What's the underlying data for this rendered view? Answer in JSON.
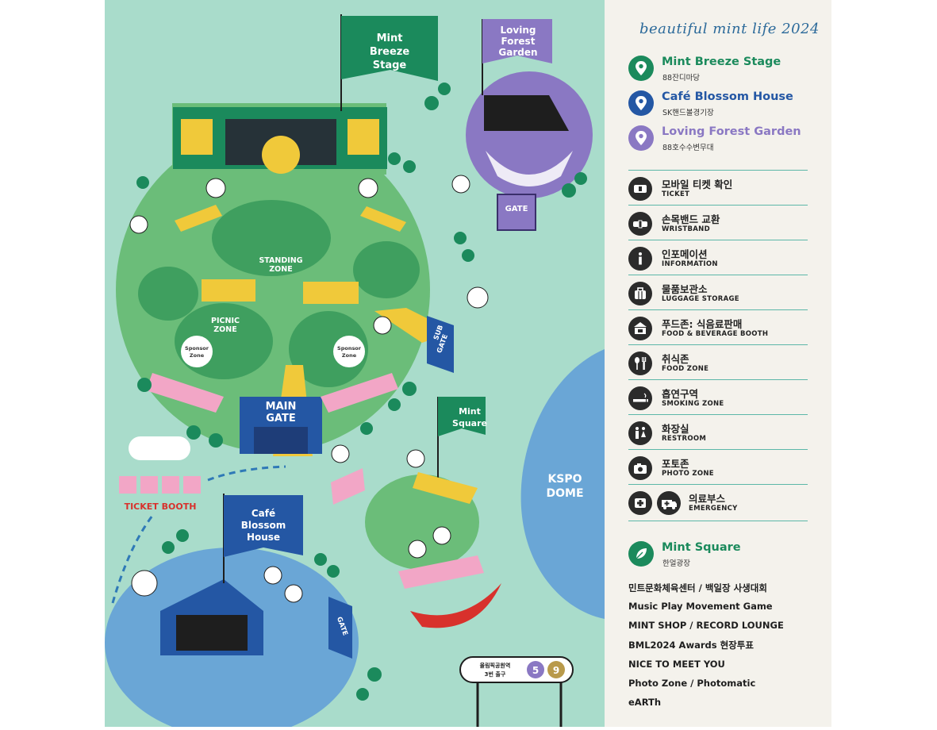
{
  "map": {
    "flag_mint_breeze": [
      "Mint",
      "Breeze",
      "Stage"
    ],
    "flag_loving_forest": [
      "Loving",
      "Forest",
      "Garden"
    ],
    "flag_cafe_blossom": [
      "Café",
      "Blossom",
      "House"
    ],
    "flag_mint_square": [
      "Mint",
      "Square"
    ],
    "standing_zone": [
      "STANDING",
      "ZONE"
    ],
    "picnic_zone": [
      "PICNIC",
      "ZONE"
    ],
    "sponsor_zone": [
      "Sponsor",
      "Zone"
    ],
    "main_gate": [
      "MAIN",
      "GATE"
    ],
    "sub_gate": [
      "SUB",
      "GATE"
    ],
    "gate": "GATE",
    "ticket_booth": "TICKET BOOTH",
    "kspo_dome": [
      "KSPO",
      "DOME"
    ],
    "subway_sign": [
      "올림픽공원역",
      "3번 출구"
    ],
    "subway_lines": [
      "5",
      "9"
    ],
    "colors": {
      "mint_bg": "#a9dccb",
      "green": "#1b8a5c",
      "light_green": "#6bbd79",
      "blue": "#2457a4",
      "purple": "#8a78c3",
      "lake": "#6aa6d6",
      "yellow": "#f0c93a",
      "pink": "#f2a6c6",
      "red": "#d8312c"
    }
  },
  "legend": {
    "title": "beautiful mint life 2024",
    "venues": [
      {
        "name": "Mint Breeze Stage",
        "sub": "88잔디마당",
        "color": "#1b8a5c"
      },
      {
        "name": "Café Blossom House",
        "sub": "SK핸드볼경기장",
        "color": "#2457a4"
      },
      {
        "name": "Loving Forest Garden",
        "sub": "88호수수변무대",
        "color": "#8a78c3"
      }
    ],
    "amenities": [
      {
        "ko": "모바일 티켓 확인",
        "en": "TICKET",
        "icon": "ticket-icon"
      },
      {
        "ko": "손목밴드 교환",
        "en": "WRISTBAND",
        "icon": "wristband-icon"
      },
      {
        "ko": "인포메이션",
        "en": "INFORMATION",
        "icon": "info-icon"
      },
      {
        "ko": "물품보관소",
        "en": "LUGGAGE STORAGE",
        "icon": "luggage-icon"
      },
      {
        "ko": "푸드존: 식음료판매",
        "en": "FOOD & BEVERAGE BOOTH",
        "icon": "food-booth-icon"
      },
      {
        "ko": "취식존",
        "en": "FOOD ZONE",
        "icon": "fork-spoon-icon"
      },
      {
        "ko": "흡연구역",
        "en": "SMOKING ZONE",
        "icon": "smoking-icon"
      },
      {
        "ko": "화장실",
        "en": "RESTROOM",
        "icon": "restroom-icon"
      },
      {
        "ko": "포토존",
        "en": "PHOTO ZONE",
        "icon": "camera-icon"
      },
      {
        "ko": "의료부스",
        "en": "EMERGENCY",
        "icon": "medical-icon"
      }
    ],
    "mint_square": {
      "name": "Mint Square",
      "sub": "한얼광장",
      "items": [
        "민트문화체육센터 / 백일장 사생대회",
        "Music Play Movement Game",
        "MINT SHOP / RECORD LOUNGE",
        "BML2024 Awards 현장투표",
        "NICE TO MEET YOU",
        "Photo Zone / Photomatic",
        "eARTh"
      ]
    }
  }
}
